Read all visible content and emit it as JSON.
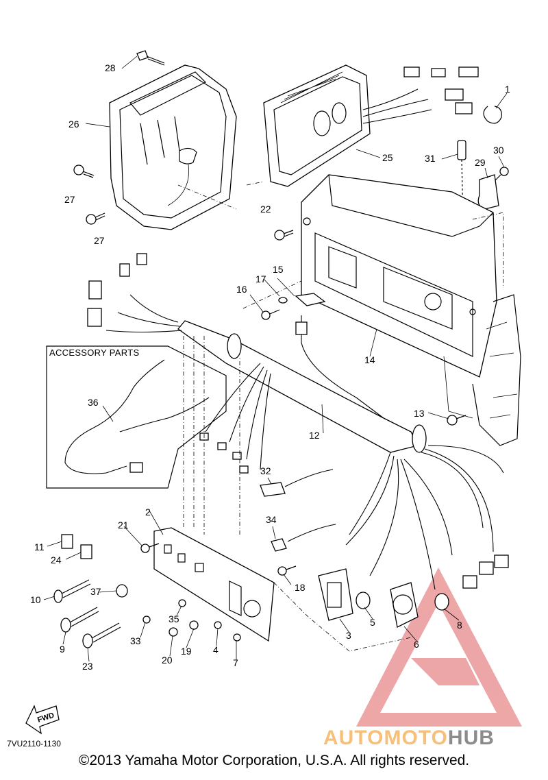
{
  "diagram": {
    "accessory_box_title": "ACCESSORY PARTS",
    "code": "7VU2110-1130",
    "fwd_label": "FWD",
    "callouts": [
      "1",
      "2",
      "3",
      "4",
      "5",
      "6",
      "7",
      "8",
      "9",
      "10",
      "11",
      "12",
      "13",
      "14",
      "15",
      "16",
      "17",
      "18",
      "19",
      "20",
      "21",
      "22",
      "23",
      "24",
      "25",
      "26",
      "27",
      "27",
      "28",
      "29",
      "30",
      "31",
      "32",
      "33",
      "34",
      "35",
      "36",
      "37"
    ]
  },
  "watermark": {
    "part1": "AUTOMOTO",
    "part2": "HUB",
    "colors": {
      "triangle": "#e8898a",
      "auto": "#f6c07a",
      "moto": "#e8898a",
      "hub": "#8c8c8c"
    }
  },
  "footer": {
    "copyright": "©2013 Yamaha Motor Corporation, U.S.A. All rights reserved."
  }
}
